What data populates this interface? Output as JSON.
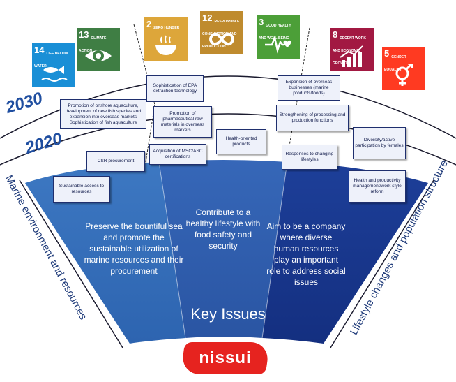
{
  "sdgs": [
    {
      "num": "14",
      "title": "LIFE BELOW WATER",
      "color": "#1a8fd6",
      "icon": "fish-icon"
    },
    {
      "num": "13",
      "title": "CLIMATE ACTION",
      "color": "#3f7e44",
      "icon": "globe-eye-icon"
    },
    {
      "num": "2",
      "title": "ZERO HUNGER",
      "color": "#dda63a",
      "icon": "bowl-icon"
    },
    {
      "num": "12",
      "title": "RESPONSIBLE CONSUMPTION AND PRODUCTION",
      "color": "#bf8b2e",
      "icon": "infinity-icon"
    },
    {
      "num": "3",
      "title": "GOOD HEALTH AND WELL-BEING",
      "color": "#4c9f38",
      "icon": "heartbeat-icon"
    },
    {
      "num": "8",
      "title": "DECENT WORK AND ECONOMIC GROWTH",
      "color": "#a21942",
      "icon": "growth-chart-icon"
    },
    {
      "num": "5",
      "title": "GENDER EQUALITY",
      "color": "#ff3a21",
      "icon": "gender-icon"
    }
  ],
  "years": {
    "y2030": "2030",
    "y2020": "2020"
  },
  "side_labels": {
    "left": "Marine environment and resources",
    "right": "Lifestyle changes and population structure"
  },
  "initiatives": {
    "left_outer": "Promotion of onshore aquaculture, development of new fish species and expansion into overseas markets Sophistication of fish aquaculture",
    "csr": "CSR procurement",
    "sustainable_access": "Sustainable access to resources",
    "epa": "Sophistication of EPA extraction technology",
    "pharma": "Promotion of pharmaceutical raw materials in overseas markets",
    "msc": "Acquisition of MSC/ASC certifications",
    "health_products": "Health-oriented products",
    "overseas_business": "Expansion of overseas businesses (marine products/foods)",
    "strengthening": "Strengthening of processing and production functions",
    "diversity": "Diversity/active participation by females",
    "responses": "Responses to changing lifestyles",
    "health_productivity": "Health and productivity management/work style reform"
  },
  "issues": {
    "left": "Preserve the bountiful sea and promote the sustainable utilization of marine resources and their procurement",
    "center": "Contribute to a healthy lifestyle with food safety and security",
    "right": "Aim to be a company where diverse human resources play an important role to address social issues"
  },
  "key_issues": "Key Issues",
  "logo": "nissui"
}
